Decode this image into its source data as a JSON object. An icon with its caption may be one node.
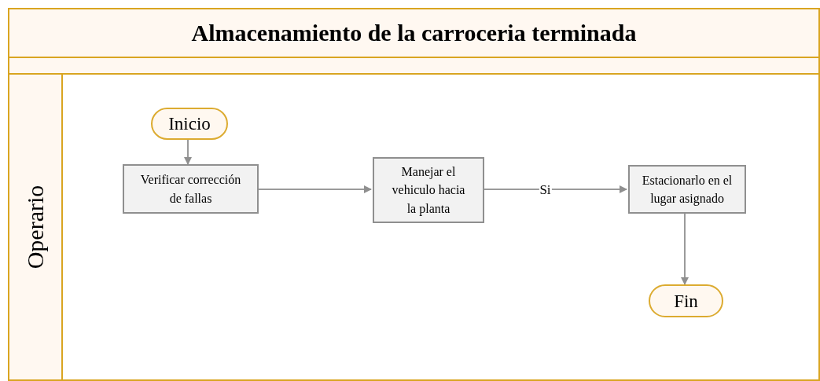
{
  "diagram": {
    "nodes": [
      {
        "text": [
          "Almacenamiento de la carroceria terminada"
        ]
      },
      {
        "text": [
          "Operario"
        ]
      },
      {
        "text": [
          "Inicio"
        ],
        "in": 1
      },
      {
        "text": [
          "Verificar corrección de fallas"
        ],
        "in": 1
      },
      {
        "text": [
          "Manejar el vehiculo hacia la planta"
        ],
        "in": 1
      },
      {
        "text": [
          "Estacionarlo en el lugar asignado"
        ],
        "in": 1
      },
      {
        "text": [
          "Fin"
        ],
        "in": 1
      }
    ],
    "edges": [
      {
        "from": 2,
        "to": 3,
        "arrow": "to"
      },
      {
        "from": 3,
        "to": 4,
        "arrow": "to"
      },
      {
        "from": 4,
        "to": 5,
        "arrow": "to",
        "label": "Si"
      },
      {
        "from": 5,
        "to": 6,
        "arrow": "to"
      }
    ]
  }
}
